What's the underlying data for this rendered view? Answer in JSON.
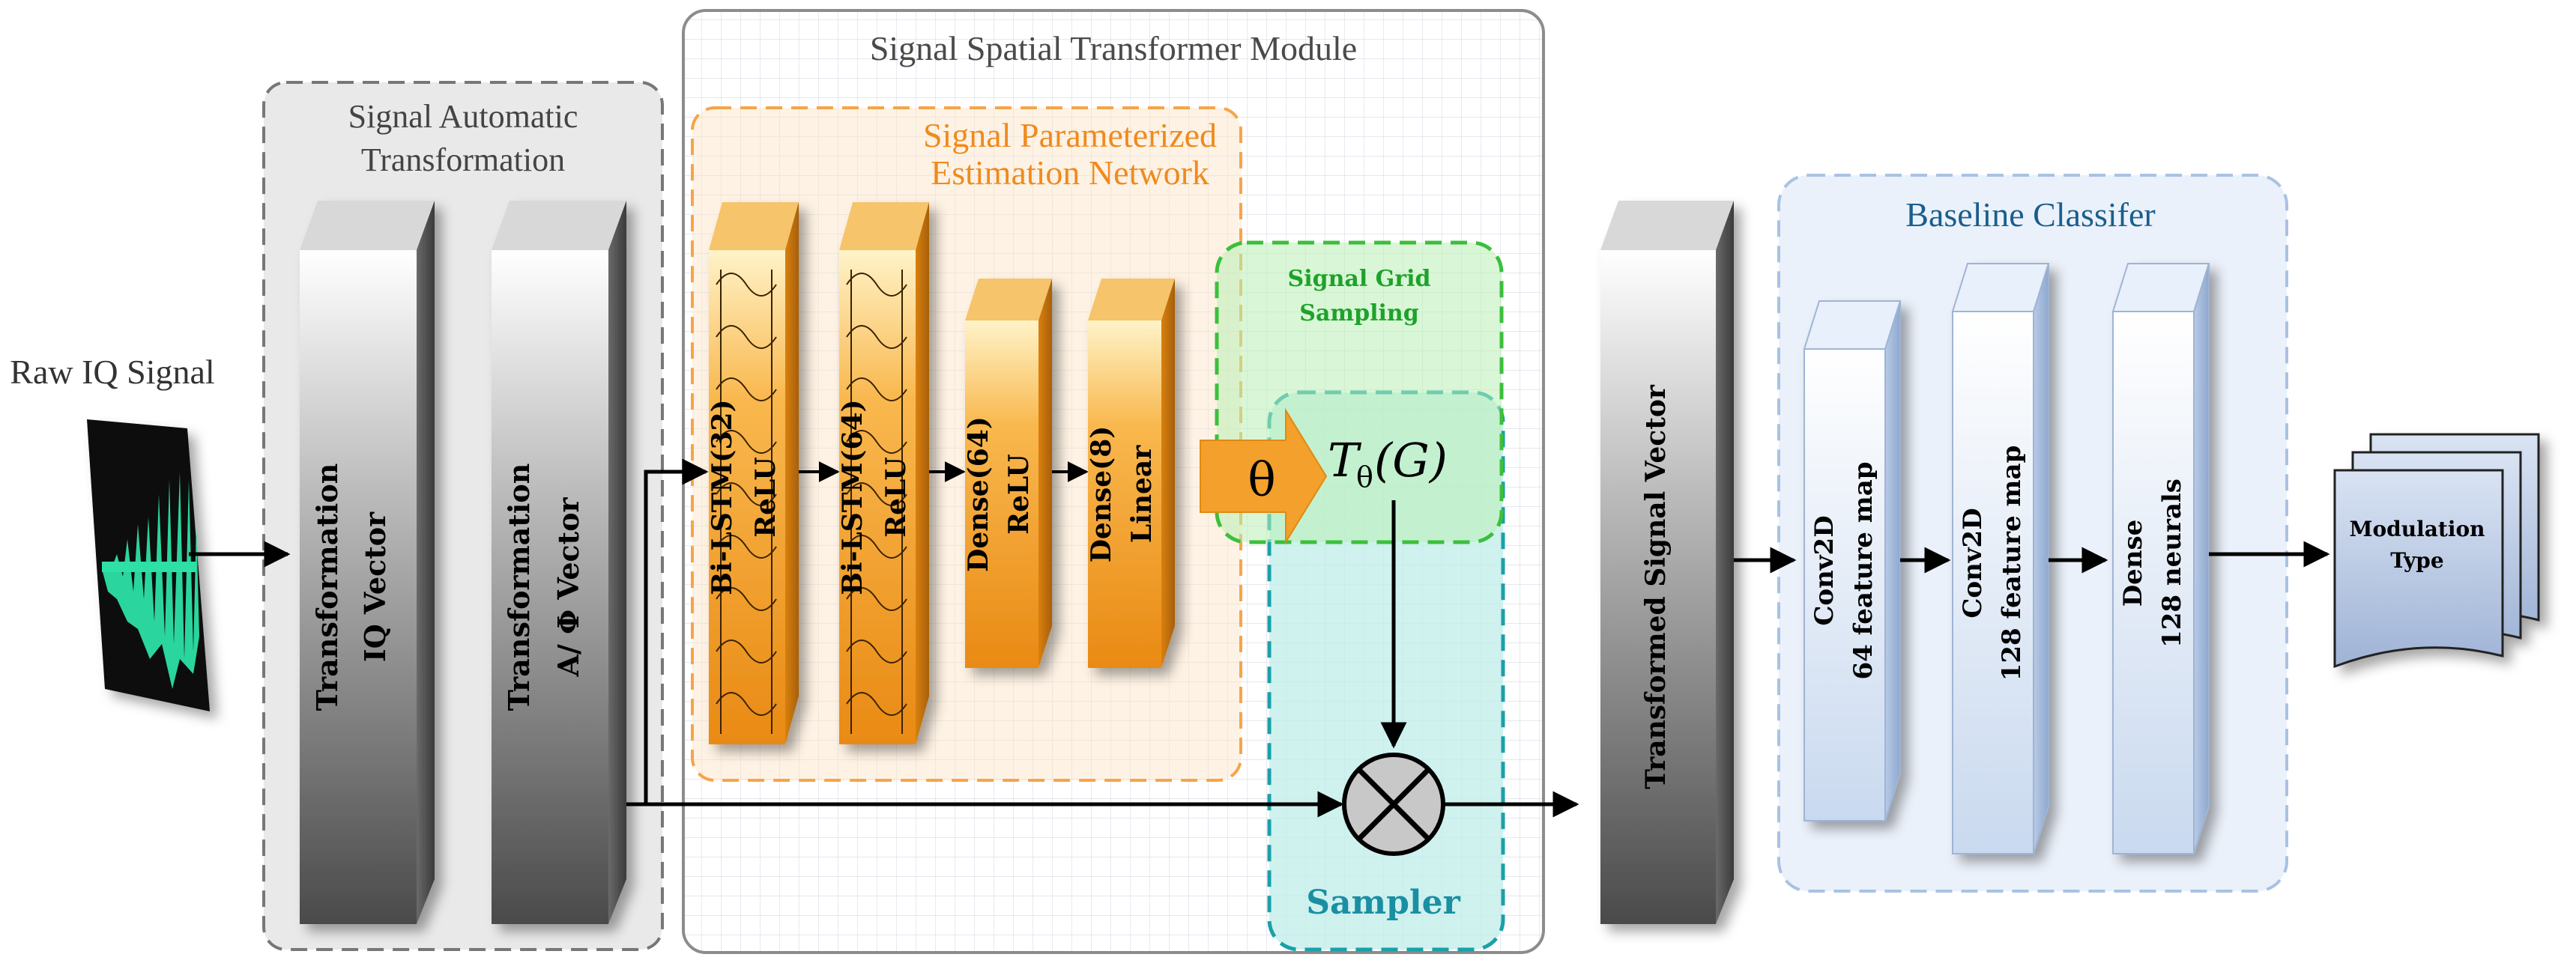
{
  "modules": {
    "sst_title": "Signal Spatial Transformer Module",
    "sat_title_line1": "Signal Automatic",
    "sat_title_line2": "Transformation",
    "spen_title_line1": "Signal Parameterized",
    "spen_title_line2": "Estimation Network",
    "grid_title_line1": "Signal Grid",
    "grid_title_line2": "Sampling",
    "sampler_title": "Sampler",
    "baseline_title": "Baseline Classifer"
  },
  "input": {
    "label": "Raw IQ Signal"
  },
  "transformation_blocks": [
    {
      "line1": "Transformation",
      "line2": "IQ Vector"
    },
    {
      "line1": "Transformation",
      "line2": "A/ Φ Vector"
    }
  ],
  "estimation_blocks": [
    {
      "line1": "Bi-LSTM(32)",
      "line2": "ReLU"
    },
    {
      "line1": "Bi-LSTM(64)",
      "line2": "ReLU"
    },
    {
      "line1": "Dense(64)",
      "line2": "ReLU"
    },
    {
      "line1": "Dense(8)",
      "line2": "Linear"
    }
  ],
  "theta": {
    "symbol": "θ",
    "transform_T": "T",
    "transform_sub": "θ",
    "transform_arg": "(G)"
  },
  "transformed_vector": {
    "label": "Transformed Signal Vector"
  },
  "classifier_blocks": [
    {
      "line1": "Conv2D",
      "line2": "64 feature map"
    },
    {
      "line1": "Conv2D",
      "line2": "128 feature map"
    },
    {
      "line1": "Dense",
      "line2": "128 neurals"
    }
  ],
  "output": {
    "line1": "Modulation",
    "line2": "Type"
  },
  "colors": {
    "gray_block": "#8a8a8a",
    "orange_block": "#f4a636",
    "blue_block": "#dce7f5",
    "signal_green": "#2ee0a6",
    "sst_frame": "#8c8c8c",
    "sat_frame": "#8c8c8c",
    "spen_frame": "#f5a54a",
    "grid_frame": "#3cbf3c",
    "sampler_frame": "#1aa0a8",
    "baseline_frame": "#a9c2e3",
    "baseline_title": "#1b5e8c"
  }
}
